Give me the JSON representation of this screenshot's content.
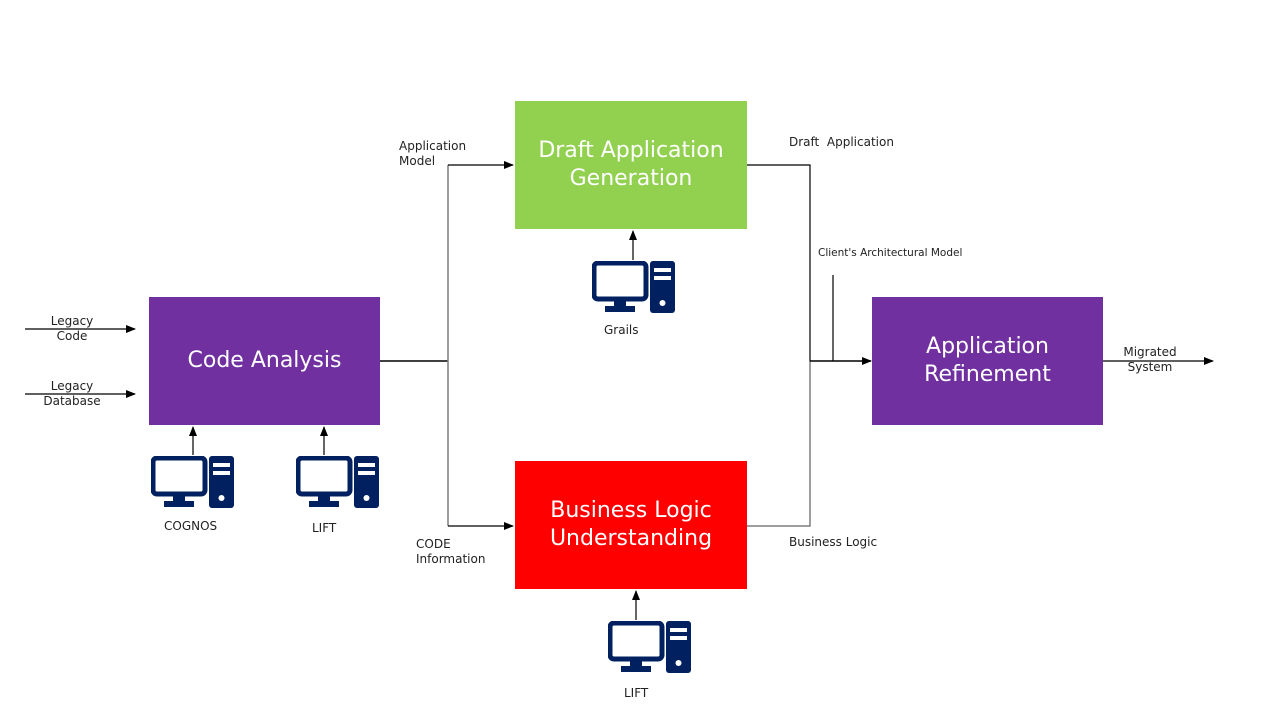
{
  "colors": {
    "purple": "#7030a0",
    "green": "#92d050",
    "red": "#ff0000",
    "icon": "#002060",
    "line": "#000000",
    "connector": "#7f7f7f"
  },
  "boxes": {
    "code_analysis": "Code Analysis",
    "draft_generation": [
      "Draft Application",
      "Generation"
    ],
    "business_logic": [
      "Business Logic",
      "Understanding"
    ],
    "refinement": [
      "Application",
      "Refinement"
    ]
  },
  "labels": {
    "legacy_code": [
      "Legacy",
      "Code"
    ],
    "legacy_database": [
      "Legacy",
      "Database"
    ],
    "application_model": [
      "Application",
      "Model"
    ],
    "code_information": [
      "CODE",
      "Information"
    ],
    "draft_application": "Draft  Application",
    "business_logic": "Business Logic",
    "client_arch_model": "Client's Architectural Model",
    "migrated_system": [
      "Migrated",
      "System"
    ]
  },
  "tools": {
    "cognos": "COGNOS",
    "lift_code": "LIFT",
    "grails": "Grails",
    "lift_business": "LIFT"
  },
  "icons": {
    "tool": "desktop-computer-icon"
  }
}
